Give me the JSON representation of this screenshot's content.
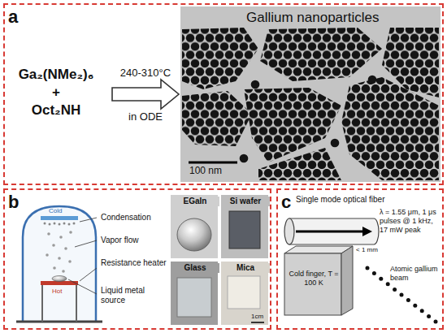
{
  "diagram": {
    "nodes": [
      {
        "text": [
          "a"
        ]
      },
      {
        "text": [
          "Gallium nanoparticles",
          "100 nm"
        ],
        "in": 0
      },
      {
        "text": [
          "b"
        ]
      },
      {
        "text": [
          "EGaIn"
        ],
        "in": 2
      },
      {
        "text": [
          "Si wafer"
        ],
        "in": 2
      },
      {
        "text": [
          "Glass"
        ],
        "in": 2
      },
      {
        "text": [
          "Mica"
        ],
        "in": 2
      },
      {
        "text": [
          "c"
        ]
      }
    ],
    "labels": [
      "Ga₂(NMe₂)₆",
      "+",
      "Oct₂NH",
      "240-310°C",
      "in ODE",
      "Cold",
      "Hot",
      "Condensation",
      "Vapor flow",
      "Resistance heater",
      "Liquid metal source",
      "1cm",
      "Single mode optical fiber",
      "λ = 1.55 μm, 1 μs pulses @ 1 kHz, 17 mW peak",
      "Cold finger, T = 100 K",
      "< 1 mm",
      "Atomic gallium beam"
    ]
  }
}
